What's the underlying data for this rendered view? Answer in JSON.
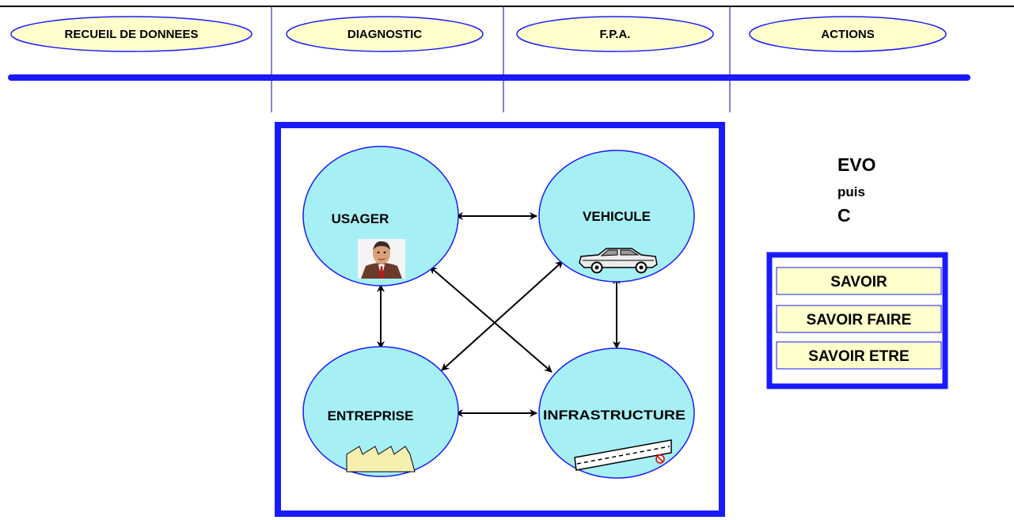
{
  "colors": {
    "accent_blue": "#1a1aff",
    "node_fill": "#a6f0f5",
    "phase_fill": "#ffffcc",
    "skill_fill": "#ffffcc",
    "factory_fill": "#f5f0b0",
    "ink": "#000000"
  },
  "header": {
    "phases": [
      {
        "label": "RECUEIL DE DONNEES"
      },
      {
        "label": "DIAGNOSTIC"
      },
      {
        "label": "F.P.A."
      },
      {
        "label": "ACTIONS"
      }
    ]
  },
  "diagram": {
    "nodes": [
      {
        "label": "USAGER",
        "icon": "businessman-icon"
      },
      {
        "label": "VEHICULE",
        "icon": "car-icon"
      },
      {
        "label": "ENTREPRISE",
        "icon": "factory-icon"
      },
      {
        "label": "INFRASTRUCTURE",
        "icon": "road-icon"
      }
    ],
    "connections": [
      [
        "USAGER",
        "VEHICULE"
      ],
      [
        "USAGER",
        "ENTREPRISE"
      ],
      [
        "USAGER",
        "INFRASTRUCTURE"
      ],
      [
        "VEHICULE",
        "ENTREPRISE"
      ],
      [
        "VEHICULE",
        "INFRASTRUCTURE"
      ],
      [
        "ENTREPRISE",
        "INFRASTRUCTURE"
      ]
    ]
  },
  "side": {
    "line1": "EVO",
    "line2": "puis",
    "line3": "C"
  },
  "skills": [
    {
      "label": "SAVOIR"
    },
    {
      "label": "SAVOIR FAIRE"
    },
    {
      "label": "SAVOIR ETRE"
    }
  ]
}
